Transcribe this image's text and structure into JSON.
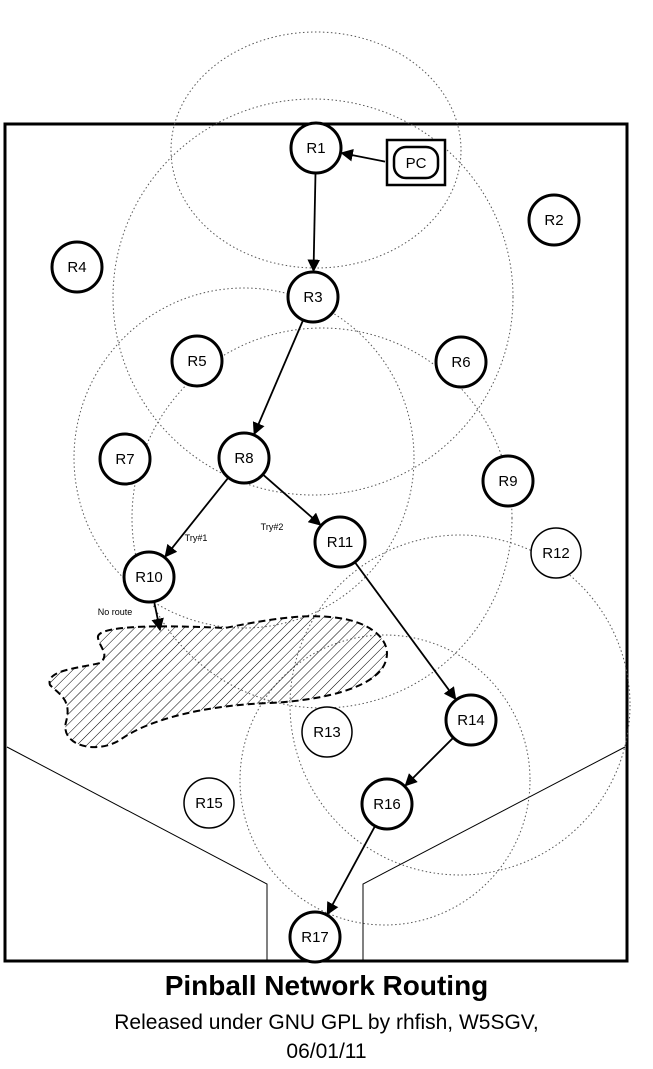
{
  "diagram": {
    "nodes": [
      {
        "id": "R1",
        "label": "R1",
        "bold": true
      },
      {
        "id": "R2",
        "label": "R2",
        "bold": true
      },
      {
        "id": "R3",
        "label": "R3",
        "bold": true
      },
      {
        "id": "R4",
        "label": "R4",
        "bold": true
      },
      {
        "id": "R5",
        "label": "R5",
        "bold": true
      },
      {
        "id": "R6",
        "label": "R6",
        "bold": true
      },
      {
        "id": "R7",
        "label": "R7",
        "bold": true
      },
      {
        "id": "R8",
        "label": "R8",
        "bold": true
      },
      {
        "id": "R9",
        "label": "R9",
        "bold": true
      },
      {
        "id": "R10",
        "label": "R10",
        "bold": true
      },
      {
        "id": "R11",
        "label": "R11",
        "bold": true
      },
      {
        "id": "R12",
        "label": "R12",
        "bold": false
      },
      {
        "id": "R13",
        "label": "R13",
        "bold": false
      },
      {
        "id": "R14",
        "label": "R14",
        "bold": true
      },
      {
        "id": "R15",
        "label": "R15",
        "bold": false
      },
      {
        "id": "R16",
        "label": "R16",
        "bold": true
      },
      {
        "id": "R17",
        "label": "R17",
        "bold": true
      }
    ],
    "pc_label": "PC",
    "route_edges": [
      {
        "from": "PC",
        "to": "R1"
      },
      {
        "from": "R1",
        "to": "R3"
      },
      {
        "from": "R3",
        "to": "R8"
      },
      {
        "from": "R8",
        "to": "R10",
        "label": "Try#1"
      },
      {
        "from": "R8",
        "to": "R11",
        "label": "Try#2"
      },
      {
        "from": "R10",
        "to": "obstacle",
        "label": "No route"
      },
      {
        "from": "R11",
        "to": "R14"
      },
      {
        "from": "R14",
        "to": "R16"
      },
      {
        "from": "R16",
        "to": "R17"
      }
    ],
    "range_circles_around": [
      "R1",
      "R3",
      "R8",
      "R11",
      "R14",
      "R16"
    ]
  },
  "caption": {
    "title": "Pinball Network Routing",
    "line1": "Released under GNU GPL by rhfish, W5SGV,",
    "line2": "06/01/11"
  }
}
